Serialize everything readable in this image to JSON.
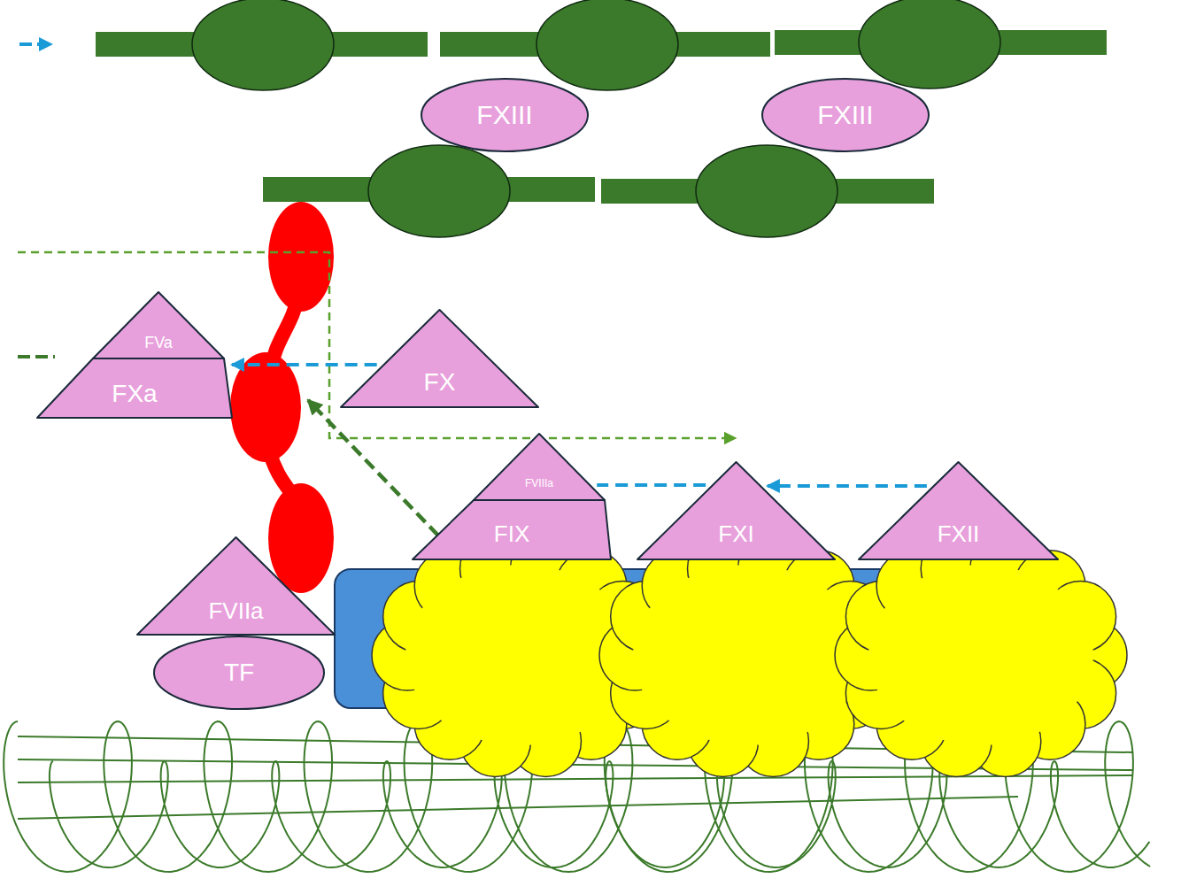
{
  "diagram": {
    "nodes": [
      {
        "text": [
          "FXIII"
        ]
      },
      {
        "text": [
          "FXIII"
        ]
      },
      {
        "text": [
          "FVa"
        ]
      },
      {
        "text": [
          "FXa"
        ]
      },
      {
        "text": [
          "FX"
        ]
      },
      {
        "text": [
          "FVIIIa"
        ]
      },
      {
        "text": [
          "FIX"
        ]
      },
      {
        "text": [
          "FXI"
        ]
      },
      {
        "text": [
          "FXII"
        ]
      },
      {
        "text": [
          "FVIIa"
        ]
      },
      {
        "text": [
          "TF"
        ]
      }
    ],
    "edges": [
      {
        "from": 4,
        "to": 3,
        "arrow": "to"
      },
      {
        "from": 8,
        "to": 7,
        "arrow": "to"
      },
      {
        "from": 7,
        "to": 5,
        "arrow": "none"
      }
    ]
  }
}
